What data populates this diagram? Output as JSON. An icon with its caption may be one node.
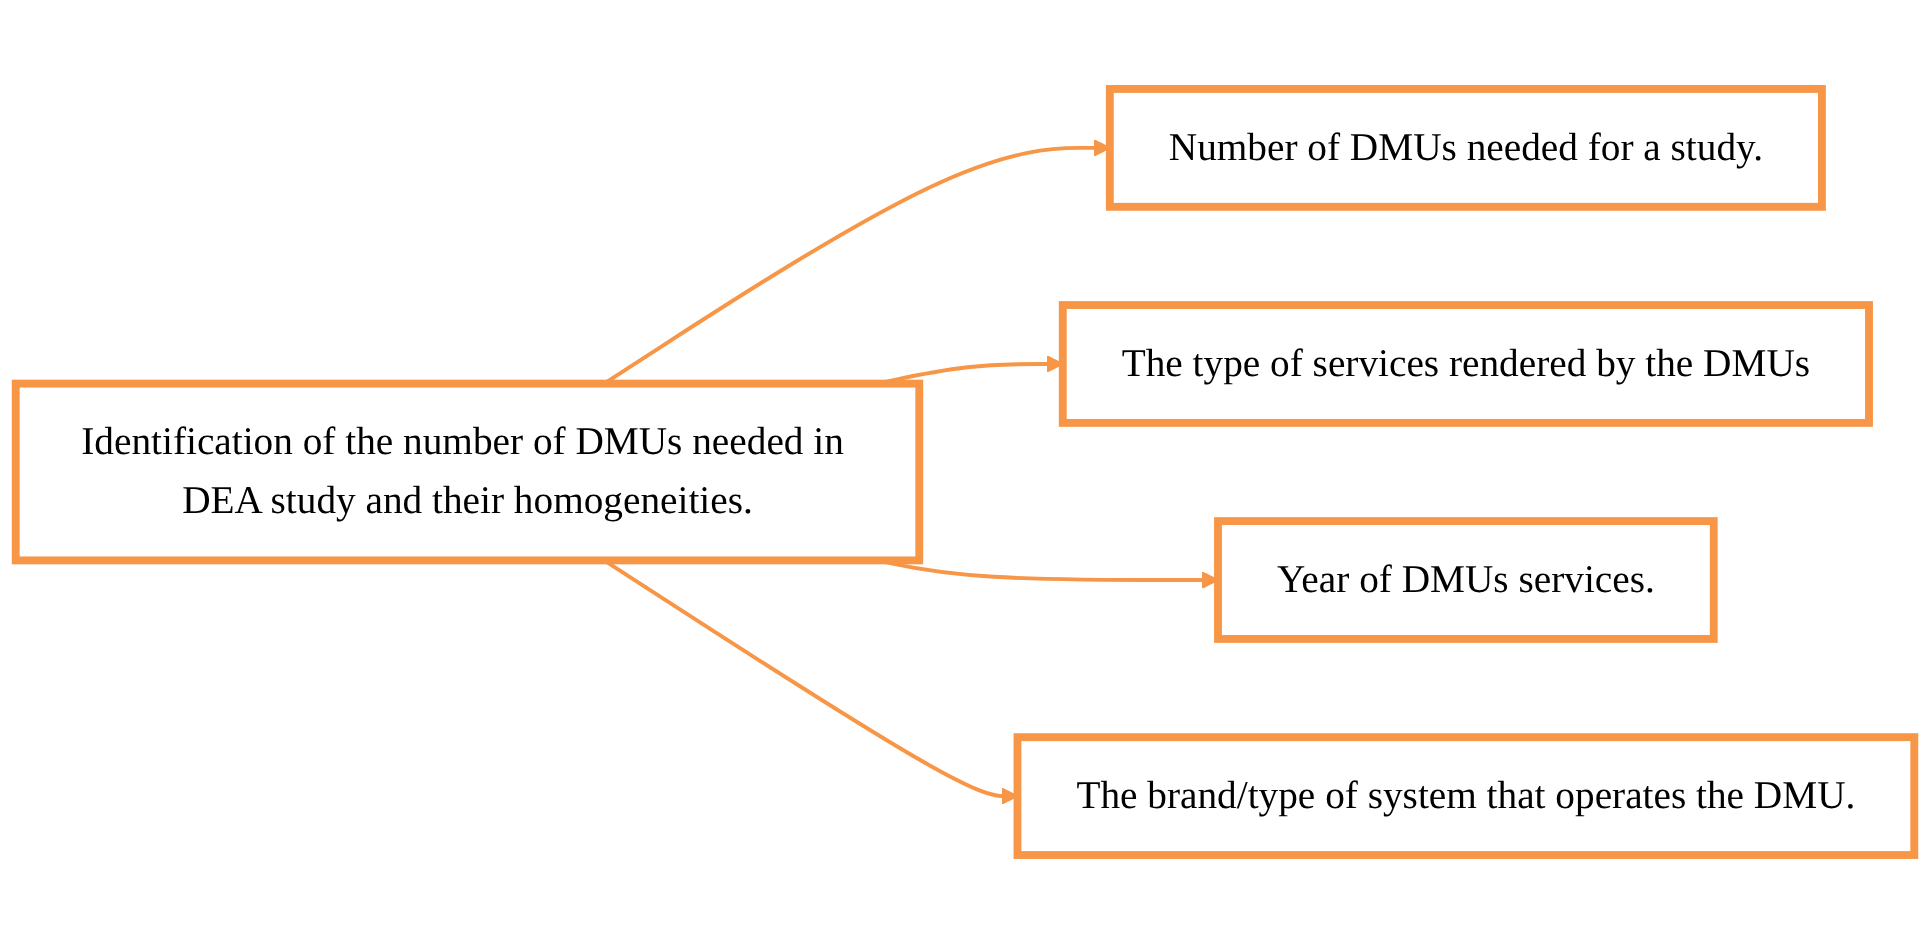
{
  "diagram": {
    "nodes": [
      {
        "text": [
          "Identification of the number of DMUs needed in DEA study and their homogeneities."
        ]
      },
      {
        "text": [
          "Number of DMUs needed for a study."
        ]
      },
      {
        "text": [
          "The type of services rendered by the DMUs"
        ]
      },
      {
        "text": [
          "Year of DMUs services."
        ]
      },
      {
        "text": [
          "The brand/type of system that operates the DMU."
        ]
      }
    ],
    "edges": [
      {
        "from": 0,
        "to": 1,
        "arrow": "to"
      },
      {
        "from": 0,
        "to": 2,
        "arrow": "to"
      },
      {
        "from": 0,
        "to": 3,
        "arrow": "to"
      },
      {
        "from": 0,
        "to": 4,
        "arrow": "to"
      }
    ]
  }
}
